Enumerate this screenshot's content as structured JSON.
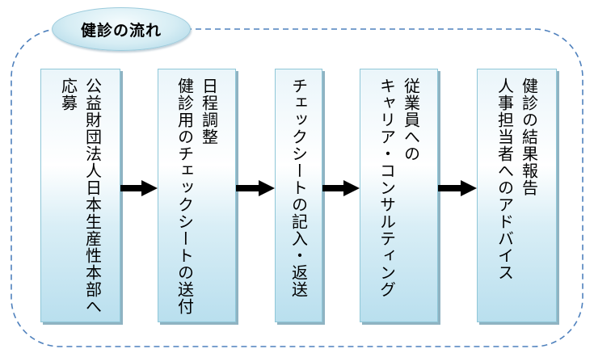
{
  "title": "健診の流れ",
  "colors": {
    "frame_dash": "#4f81bd",
    "box_border": "#8fc7d8",
    "box_fill_bottom": "#b9dfee",
    "arrow": "#000000"
  },
  "steps": [
    {
      "lines": [
        "公益財団法人日本生産性本部へ",
        "応募"
      ]
    },
    {
      "lines": [
        "日程調整",
        "健診用のチェックシートの送付"
      ]
    },
    {
      "lines": [
        "チェックシートの記入・返送"
      ]
    },
    {
      "lines": [
        "従業員への",
        "キャリア・コンサルティング"
      ]
    },
    {
      "lines": [
        "健診の結果報告",
        "人事担当者へのアドバイス"
      ]
    }
  ],
  "arrows": [
    {
      "from": 1,
      "to": 2,
      "icon": "right-arrow-icon"
    },
    {
      "from": 2,
      "to": 3,
      "icon": "right-arrow-icon"
    },
    {
      "from": 3,
      "to": 4,
      "icon": "right-arrow-icon"
    },
    {
      "from": 4,
      "to": 5,
      "icon": "right-arrow-icon"
    }
  ]
}
